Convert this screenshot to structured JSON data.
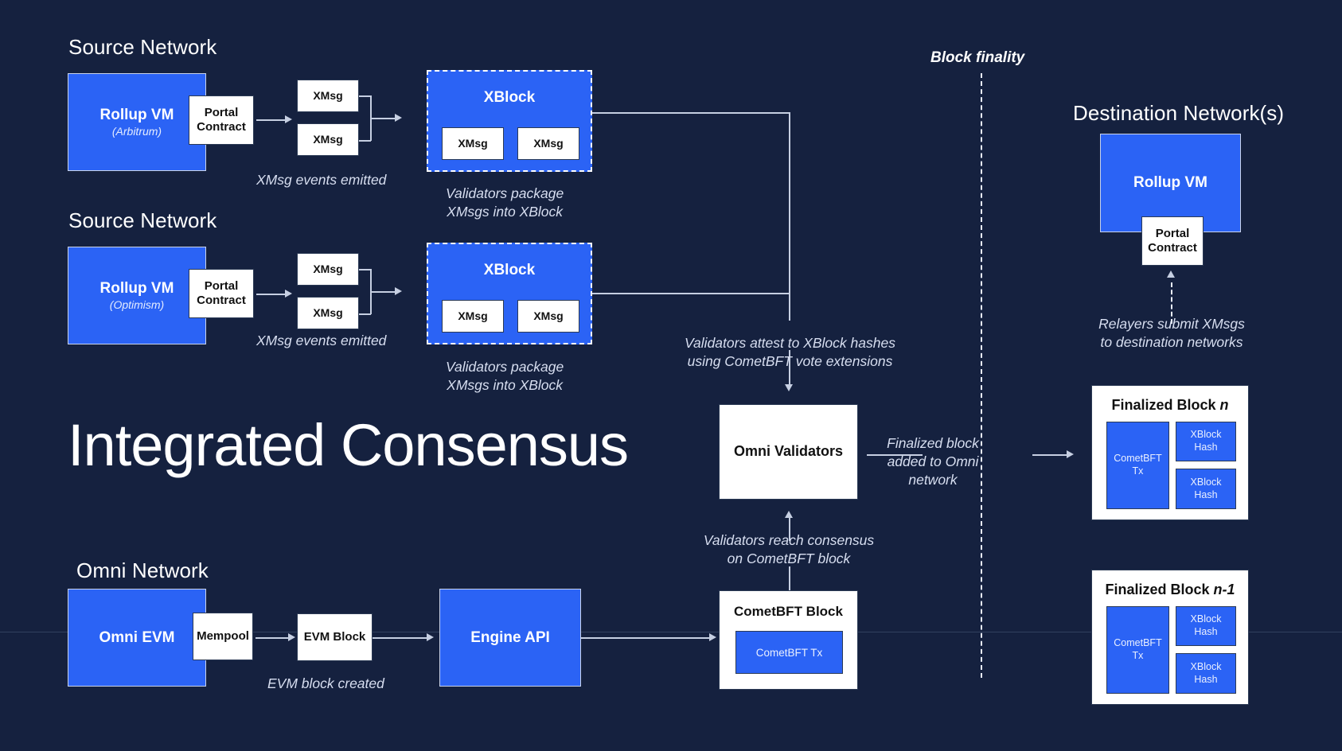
{
  "colors": {
    "background": "#15213f",
    "accent_blue": "#2B63F5",
    "white": "#ffffff",
    "line": "#c6cfe2"
  },
  "title": "Integrated Consensus",
  "labels": {
    "source_network_1": "Source Network",
    "source_network_2": "Source Network",
    "omni_network": "Omni Network",
    "destination_network": "Destination Network(s)",
    "block_finality": "Block finality"
  },
  "source_rows": [
    {
      "vm_title": "Rollup VM",
      "vm_sub": "(Arbitrum)",
      "portal": "Portal\nContract",
      "xmsg_top": "XMsg",
      "xmsg_bottom": "XMsg",
      "caption": "XMsg events emitted",
      "xblock": {
        "title": "XBlock",
        "msgs": [
          "XMsg",
          "XMsg"
        ],
        "caption_line1": "Validators package",
        "caption_line2": "XMsgs into XBlock"
      }
    },
    {
      "vm_title": "Rollup VM",
      "vm_sub": "(Optimism)",
      "portal": "Portal\nContract",
      "xmsg_top": "XMsg",
      "xmsg_bottom": "XMsg",
      "caption": "XMsg events emitted",
      "xblock": {
        "title": "XBlock",
        "msgs": [
          "XMsg",
          "XMsg"
        ],
        "caption_line1": "Validators package",
        "caption_line2": "XMsgs into XBlock"
      }
    }
  ],
  "omni_row": {
    "evm_title": "Omni EVM",
    "mempool": "Mempool",
    "evm_block": "EVM Block",
    "engine_api": "Engine API",
    "caption": "EVM block created"
  },
  "center": {
    "attest_line1": "Validators attest to XBlock hashes",
    "attest_line2": "using CometBFT vote extensions",
    "omni_validators": "Omni Validators",
    "consensus_line1": "Validators reach consensus",
    "consensus_line2": "on CometBFT block",
    "cometbft_block_title": "CometBFT Block",
    "cometbft_tx": "CometBFT Tx",
    "finalized_line1": "Finalized block",
    "finalized_line2": "added to Omni",
    "finalized_line3": "network"
  },
  "destination": {
    "vm_title": "Rollup VM",
    "portal": "Portal\nContract",
    "relayer_line1": "Relayers submit XMsgs",
    "relayer_line2": "to destination networks"
  },
  "finalized_blocks": [
    {
      "title_main": "Finalized Block ",
      "title_italic": "n",
      "cometbft_tx": "CometBFT\nTx",
      "hashes": [
        "XBlock\nHash",
        "XBlock\nHash"
      ]
    },
    {
      "title_main": "Finalized Block ",
      "title_italic": "n-1",
      "cometbft_tx": "CometBFT\nTx",
      "hashes": [
        "XBlock\nHash",
        "XBlock\nHash"
      ]
    }
  ]
}
